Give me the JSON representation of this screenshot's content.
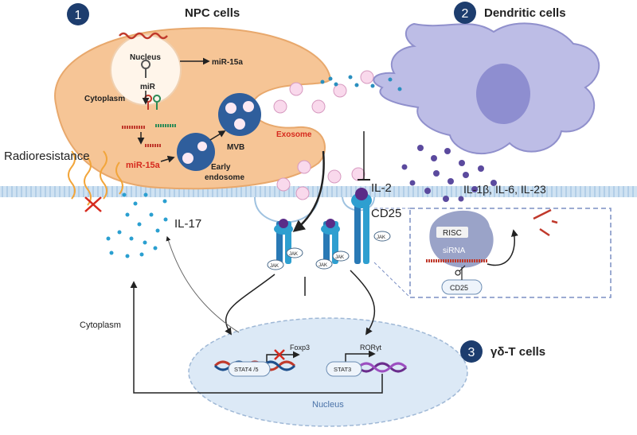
{
  "sections": [
    {
      "number": "1",
      "title": "NPC cells"
    },
    {
      "number": "2",
      "title": "Dendritic cells"
    },
    {
      "number": "3",
      "title": "γδ-T cells"
    }
  ],
  "npc": {
    "nucleus": "Nucleus",
    "mir": "miR",
    "cytoplasm": "Cytoplasm",
    "mir15a_out": "miR-15a",
    "mir15a_in": "miR-15a",
    "early": "Early",
    "endosome": "endosome",
    "mvb": "MVB",
    "exosome": "Exosome",
    "radioresistance": "Radioresistance"
  },
  "dc": {
    "cytokines": "IL-1β, IL-6, IL-23"
  },
  "tcell": {
    "il2": "IL-2",
    "cd25": "CD25",
    "il17": "IL-17",
    "jak": "JAK",
    "risc": "RISC",
    "sirna": "siRNA",
    "cd25_box": "CD25",
    "cytoplasm": "Cytoplasm",
    "foxp3": "Foxp3",
    "rorgt": "RORγt",
    "stat45": "STAT4 /5",
    "stat3": "STAT3",
    "nucleus": "Nucleus"
  },
  "colors": {
    "npc_fill": "#f6c596",
    "dc_fill": "#bdbde6",
    "membrane": "#a9cbe6",
    "nucleus_fill": "#dce9f6",
    "badge": "#1d3d6e",
    "mir15a": "#d62a1e",
    "mvb_fill": "#4f7fb8"
  }
}
